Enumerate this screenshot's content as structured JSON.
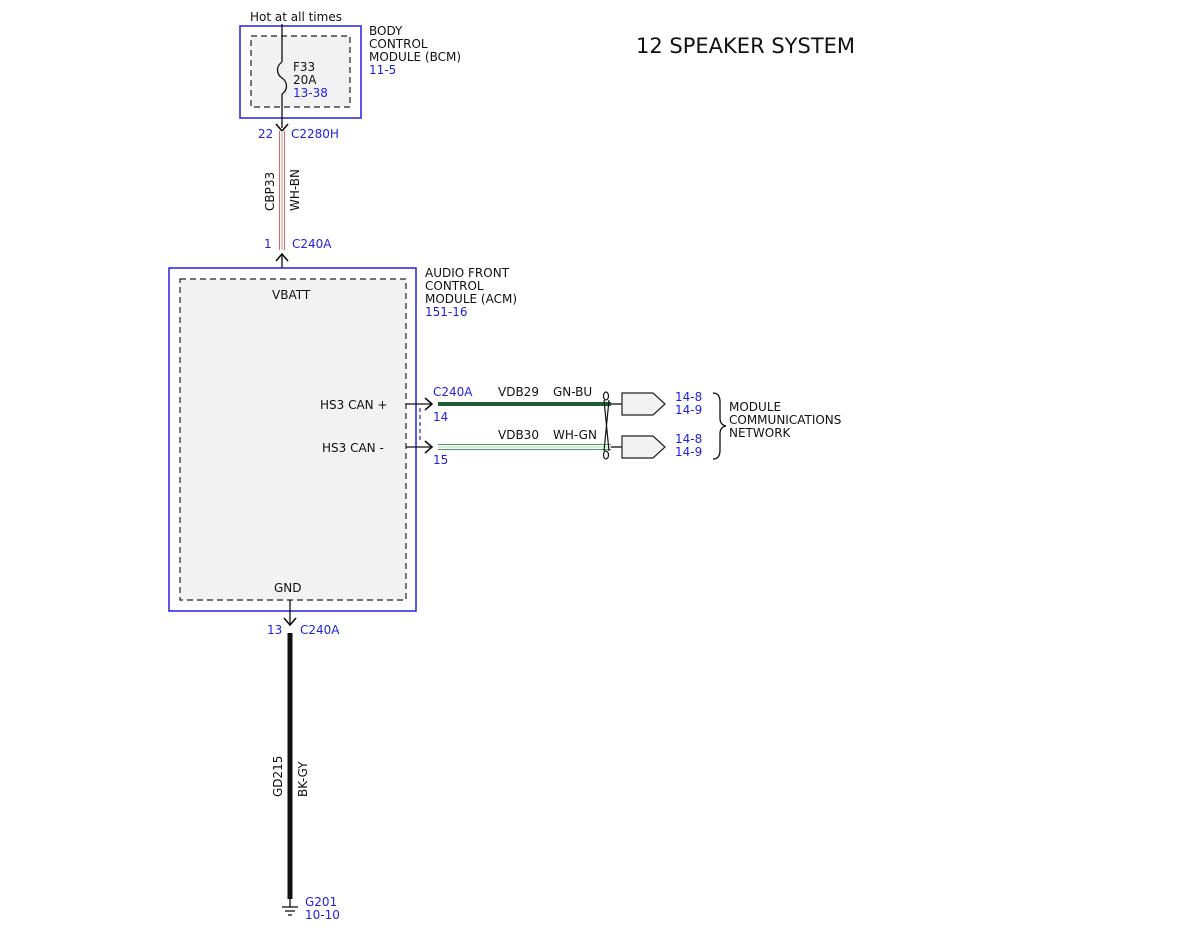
{
  "title": "12 SPEAKER SYSTEM",
  "colors": {
    "module_border": "#2222dd",
    "module_fill": "#f2f2f2",
    "ref_text": "#1f1fe0",
    "wire_wh_bn": "#c8706a",
    "wire_gn_bu": "#1e5c33",
    "wire_wh_gn": "#4a9a5a",
    "wire_bk_gy": "#111111"
  },
  "bcm": {
    "supply_label": "Hot at all times",
    "name_lines": [
      "BODY",
      "CONTROL",
      "MODULE (BCM)"
    ],
    "ref": "11-5",
    "fuse": {
      "id": "F33",
      "rating": "20A",
      "ref": "13-38"
    },
    "pin": "22",
    "connector": "C2280H"
  },
  "wire_power": {
    "circuit": "CBP33",
    "color": "WH-BN"
  },
  "acm": {
    "name_lines": [
      "AUDIO FRONT",
      "CONTROL",
      "MODULE (ACM)"
    ],
    "ref": "151-16",
    "power_pin": "1",
    "power_connector": "C240A",
    "vbatt_label": "VBATT",
    "can_plus_label": "HS3 CAN +",
    "can_minus_label": "HS3 CAN -",
    "can_connector": "C240A",
    "can_plus_pin": "14",
    "can_minus_pin": "15",
    "gnd_label": "GND",
    "gnd_pin": "13",
    "gnd_connector": "C240A"
  },
  "can_wires": [
    {
      "circuit": "VDB29",
      "color": "GN-BU",
      "refs": [
        "14-8",
        "14-9"
      ]
    },
    {
      "circuit": "VDB30",
      "color": "WH-GN",
      "refs": [
        "14-8",
        "14-9"
      ]
    }
  ],
  "network": {
    "lines": [
      "MODULE",
      "COMMUNICATIONS",
      "NETWORK"
    ]
  },
  "wire_ground": {
    "circuit": "GD215",
    "color": "BK-GY"
  },
  "ground": {
    "id": "G201",
    "ref": "10-10"
  }
}
